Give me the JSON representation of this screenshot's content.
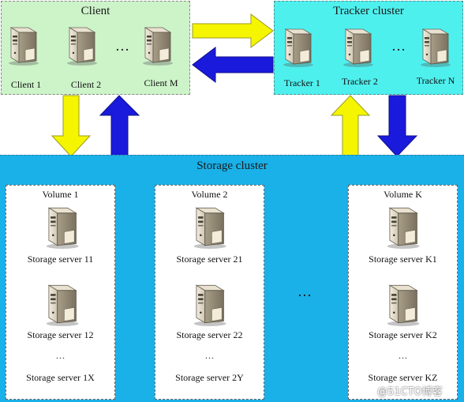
{
  "client": {
    "title": "Client",
    "items": [
      "Client 1",
      "Client 2",
      "Client M"
    ],
    "ellipsis": "…"
  },
  "tracker": {
    "title": "Tracker cluster",
    "items": [
      "Tracker 1",
      "Tracker 2",
      "Tracker N"
    ],
    "ellipsis": "…"
  },
  "storage": {
    "title": "Storage cluster",
    "ellipsis": "…",
    "volumes": [
      {
        "title": "Volume 1",
        "servers": [
          "Storage server 11",
          "Storage server 12"
        ],
        "dots": "…",
        "last": "Storage server 1X"
      },
      {
        "title": "Volume 2",
        "servers": [
          "Storage server 21",
          "Storage server 22"
        ],
        "dots": "…",
        "last": "Storage server 2Y"
      },
      {
        "title": "Volume K",
        "servers": [
          "Storage server K1",
          "Storage server K2"
        ],
        "dots": "…",
        "last": "Storage server KZ"
      }
    ]
  },
  "colors": {
    "client_bg": "#cdf3c9",
    "tracker_bg": "#4ef0ee",
    "storage_bg": "#1ab0e8",
    "arrow_yellow": "#f5f500",
    "arrow_blue": "#1a1adc"
  },
  "watermark": "@51CTO博客"
}
